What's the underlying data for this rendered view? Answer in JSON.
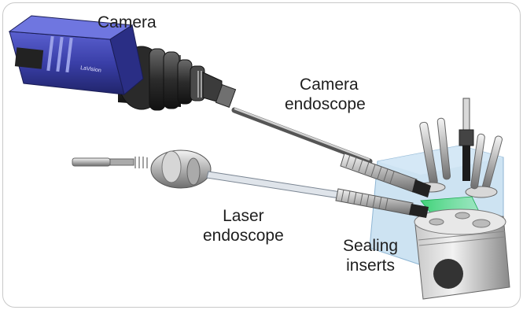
{
  "labels": {
    "camera": "Camera",
    "camera_endoscope_line1": "Camera",
    "camera_endoscope_line2": "endoscope",
    "laser_endoscope_line1": "Laser",
    "laser_endoscope_line2": "endoscope",
    "sealing_inserts_line1": "Sealing",
    "sealing_inserts_line2": "inserts"
  },
  "camera_brand_text": "LaVision",
  "colors": {
    "camera_body": "#3a3fa8",
    "engine_block": "#bcd9ee",
    "laser_sheet": "#2fd06a",
    "frame_border": "#c9c9c9",
    "text": "#1e1e1e"
  }
}
